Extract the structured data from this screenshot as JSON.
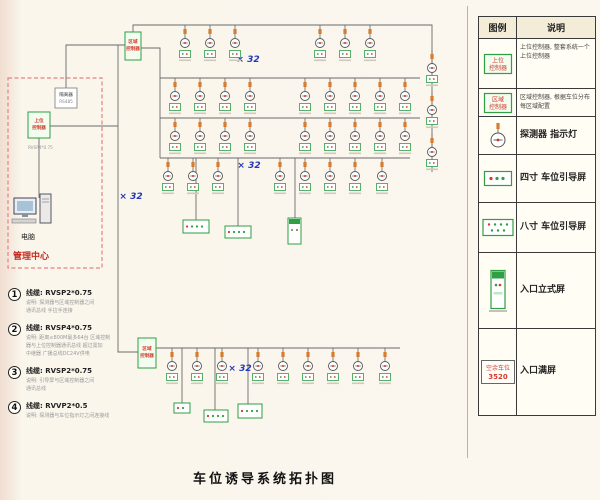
{
  "title": "车位诱导系统拓扑图",
  "multiplier_label": "× 32",
  "area_controller_lines": [
    "区域",
    "控制器"
  ],
  "management": {
    "label": "管理中心",
    "computer_label": "电脑",
    "isolator_lines": [
      "隔离器",
      "RS485"
    ],
    "host_lines": [
      "上位",
      "控制器"
    ],
    "cable_note": "RVSP4*0.75"
  },
  "notes": [
    {
      "num": "1",
      "cable": "线缆: RVSP2*0.75",
      "desc": [
        "说明: 探测器与区域控制器之间",
        "通讯总线 手拉手连接"
      ]
    },
    {
      "num": "2",
      "cable": "线缆: RVSP4*0.75",
      "desc": [
        "说明: 距离≤800M最多64台 区域控制",
        "器与上位控制器通讯总线 超过需加",
        "中继器 广播总线DC24V供电"
      ]
    },
    {
      "num": "3",
      "cable": "线缆: RVSP2*0.75",
      "desc": [
        "说明: 引导屏与区域控制器之间",
        "通讯总线"
      ]
    },
    {
      "num": "4",
      "cable": "线缆: RVVP2*0.5",
      "desc": [
        "说明: 探测器与车位指示灯之间连接线"
      ]
    }
  ],
  "legend": {
    "header": {
      "symbol": "图例",
      "desc": "说明"
    },
    "rows": [
      {
        "type": "host",
        "icon_lines": [
          "上位",
          "控制器"
        ],
        "desc": "上位控制器, 整套系统一个上位控制器"
      },
      {
        "type": "area",
        "icon_lines": [
          "区域",
          "控制器"
        ],
        "desc": "区域控制器, 根据车位分布每区域配置"
      },
      {
        "type": "detector",
        "icon_lines": [],
        "desc": "探测器 指示灯"
      },
      {
        "type": "screen4",
        "icon_lines": [],
        "desc": "四寸 车位引导屏"
      },
      {
        "type": "screen8",
        "icon_lines": [],
        "desc": "八寸 车位引导屏"
      },
      {
        "type": "stand",
        "icon_lines": [],
        "desc": "入口立式屏"
      },
      {
        "type": "full",
        "icon_lines": [
          "空余车位",
          "3520"
        ],
        "desc": "入口满屏"
      }
    ]
  }
}
